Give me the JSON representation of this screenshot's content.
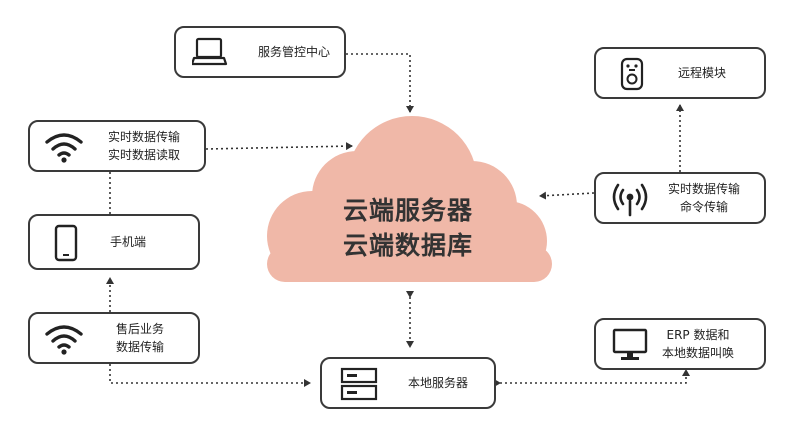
{
  "nodes": {
    "service_center": {
      "label": "服务管控中心",
      "icon": "laptop-icon"
    },
    "remote_module": {
      "label": "远程模块",
      "icon": "remote-device-icon"
    },
    "wifi_top": {
      "line1": "实时数据传输",
      "line2": "实时数据读取",
      "icon": "wifi-icon"
    },
    "mobile": {
      "label": "手机端",
      "icon": "smartphone-icon"
    },
    "wifi_bottom": {
      "line1": "售后业务",
      "line2": "数据传输",
      "icon": "wifi-icon"
    },
    "signal": {
      "line1": "实时数据传输",
      "line2": "命令传输",
      "icon": "broadcast-icon"
    },
    "erp": {
      "line1": "ERP 数据和",
      "line2": "本地数据叫唤",
      "icon": "monitor-icon"
    },
    "local_server": {
      "label": "本地服务器",
      "icon": "server-icon"
    }
  },
  "cloud": {
    "line1": "云端服务器",
    "line2": "云端数据库",
    "color": "#f0b8a8"
  },
  "colors": {
    "border": "#3a3a3a",
    "connector": "#333333"
  }
}
